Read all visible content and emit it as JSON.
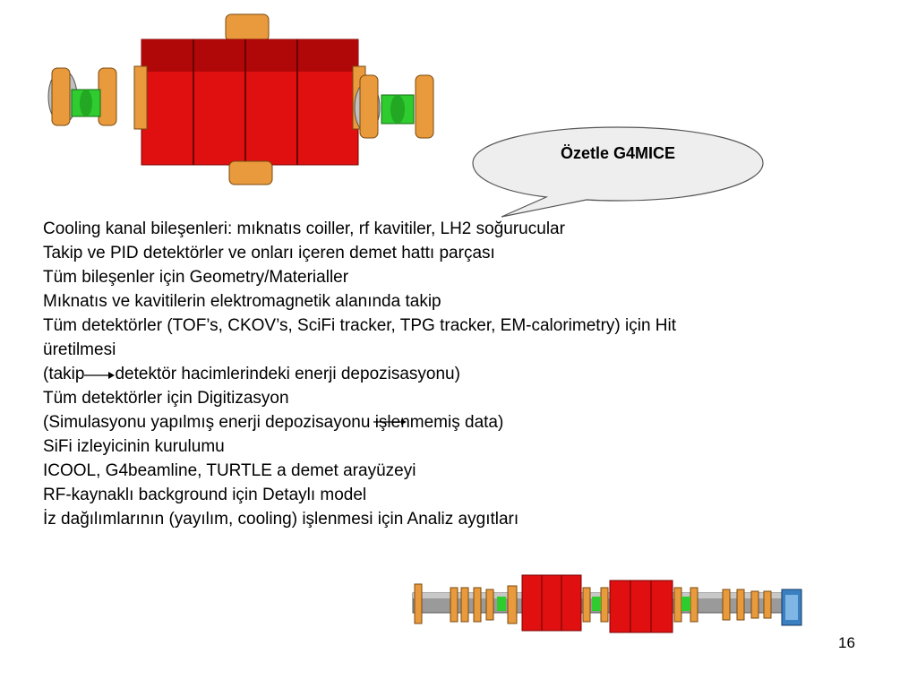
{
  "slide": {
    "bubble_title": "Özetle G4MICE",
    "page_number": "16",
    "lines": [
      "Cooling kanal bileşenleri: mıknatıs coiller, rf kavitiler, LH2 soğurucular",
      "Takip ve PID detektörler ve onları içeren demet hattı parçası",
      "Tüm bileşenler için Geometry/Materialler",
      "Mıknatıs ve kavitilerin elektromagnetik alanında takip",
      "Tüm detektörler (TOF’s, CKOV’s, SciFi tracker, TPG tracker, EM-calorimetry)  için Hit",
      "üretilmesi"
    ],
    "takip_line": {
      "left": "(takip",
      "right": "detektör hacimlerindeki enerji depozisasyonu)"
    },
    "lines2": [
      "Tüm detektörler için Digitizasyon"
    ],
    "sim_line": {
      "before": "(Simulasyonu yapılmış enerji depozisayonu ",
      "struck": "iş",
      "after": "lenmemiş data)"
    },
    "lines3": [
      "SiFi izleyicinin kurulumu",
      "ICOOL, G4beamline, TURTLE a demet arayüzeyi",
      "RF-kaynaklı background için Detaylı model",
      "İz dağılımlarının (yayılım, cooling) işlenmesi için Analiz aygıtları"
    ]
  },
  "colors": {
    "cavity_red": "#e01010",
    "coil_orange": "#e89a3c",
    "absorber_green": "#2ecc2e",
    "pipe_gray": "#9a9a9a",
    "detector_blue": "#3a7fc0"
  }
}
